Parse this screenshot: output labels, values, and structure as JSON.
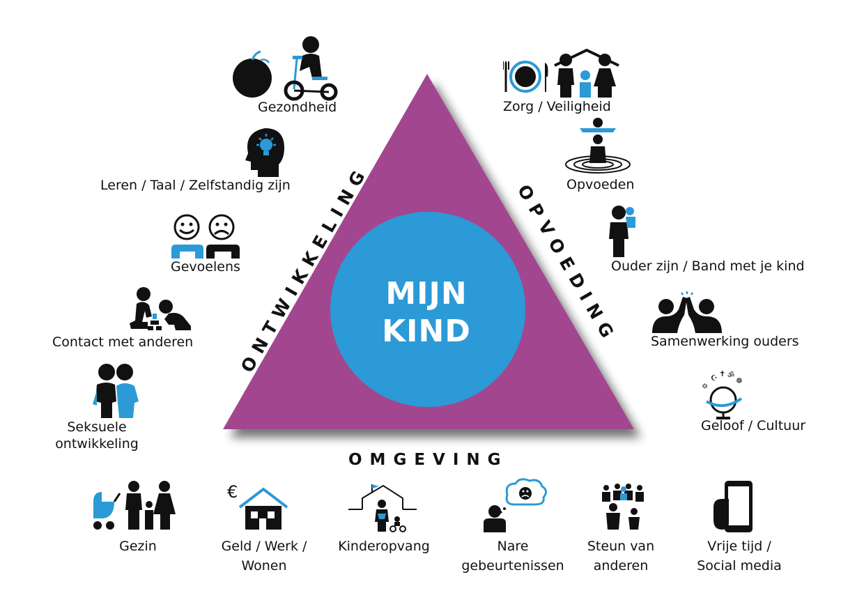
{
  "colors": {
    "triangle": "#A2478F",
    "circle": "#2B9AD6",
    "icon_dark": "#111111",
    "icon_blue": "#2B9AD6"
  },
  "center": {
    "line1": "MIJN",
    "line2": "KIND"
  },
  "sides": {
    "left": "ONTWIKKELING",
    "right": "OPVOEDING",
    "bottom": "OMGEVING"
  },
  "ontwikkeling": [
    {
      "label": "Gezondheid",
      "icon": "apple-tricycle-icon"
    },
    {
      "label": "Leren / Taal / Zelfstandig zijn",
      "icon": "head-lightbulb-icon"
    },
    {
      "label": "Gevoelens",
      "icon": "happy-sad-faces-icon"
    },
    {
      "label": "Contact met anderen",
      "icon": "children-playing-icon"
    },
    {
      "label_line1": "Seksuele",
      "label_line2": "ontwikkeling",
      "icon": "couple-icon"
    }
  ],
  "opvoeding": [
    {
      "label": "Zorg / Veiligheid",
      "icon": "plate-family-house-icon"
    },
    {
      "label": "Opvoeden",
      "icon": "parent-lifting-child-icon"
    },
    {
      "label": "Ouder zijn / Band met je kind",
      "icon": "parent-carrying-child-icon"
    },
    {
      "label": "Samenwerking ouders",
      "icon": "high-five-icon"
    },
    {
      "label": "Geloof / Cultuur",
      "icon": "globe-religion-icon"
    }
  ],
  "omgeving": [
    {
      "label_line1": "Gezin",
      "label_line2": "",
      "icon": "family-stroller-icon"
    },
    {
      "label_line1": "Geld / Werk /",
      "label_line2": "Wonen",
      "icon": "euro-house-icon"
    },
    {
      "label_line1": "Kinderopvang",
      "label_line2": "",
      "icon": "daycare-icon"
    },
    {
      "label_line1": "Nare",
      "label_line2": "gebeurtenissen",
      "icon": "sad-thought-icon"
    },
    {
      "label_line1": "Steun van",
      "label_line2": "anderen",
      "icon": "group-support-icon"
    },
    {
      "label_line1": "Vrije tijd /",
      "label_line2": "Social media",
      "icon": "smartphone-icon"
    }
  ],
  "icon_text": {
    "euro_symbol": "€"
  }
}
